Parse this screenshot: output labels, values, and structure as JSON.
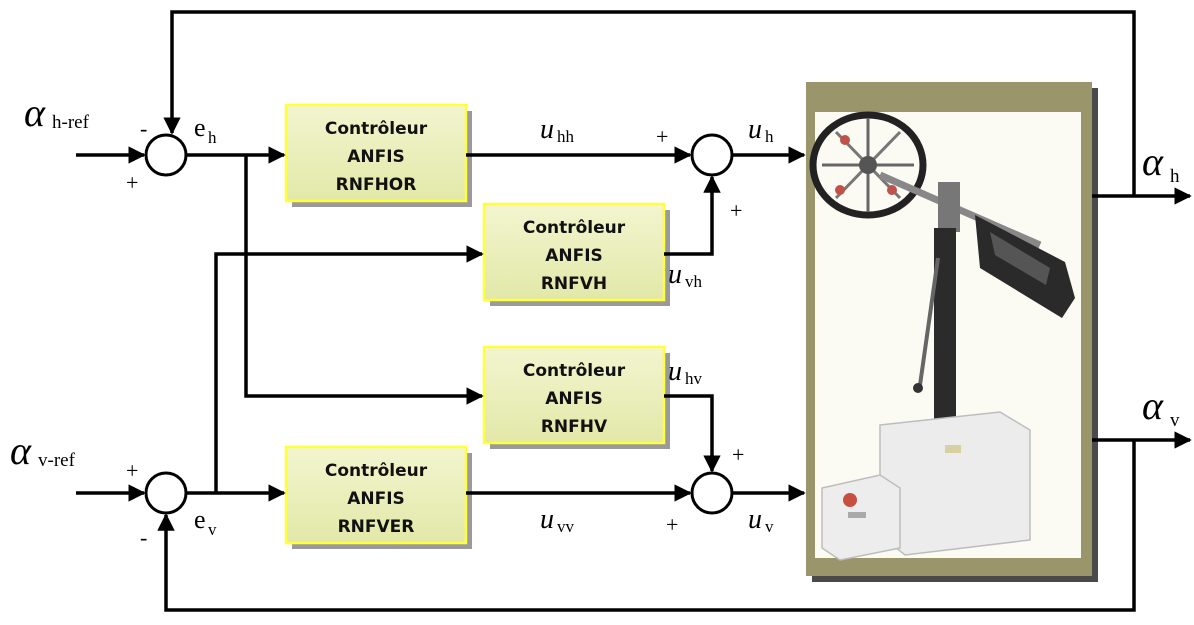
{
  "controllers": [
    {
      "line1": "Contrôleur",
      "line2": "ANFIS",
      "line3": "RNFHOR"
    },
    {
      "line1": "Contrôleur",
      "line2": "ANFIS",
      "line3": "RNFVH"
    },
    {
      "line1": "Contrôleur",
      "line2": "ANFIS",
      "line3": "RNFHV"
    },
    {
      "line1": "Contrôleur",
      "line2": "ANFIS",
      "line3": "RNFVER"
    }
  ],
  "labels": {
    "alpha": "α",
    "u": "u",
    "e": "e",
    "h_ref_sub": "h-ref",
    "v_ref_sub": "v-ref",
    "h_sub": "h",
    "v_sub": "v",
    "hh_sub": "hh",
    "vh_sub": "vh",
    "hv_sub": "hv",
    "vv_sub": "vv"
  },
  "signs": {
    "plus": "+",
    "minus": "-"
  },
  "colors": {
    "box_fill": "#ecf0bc",
    "box_border": "#ffff3a",
    "box_shadow": "#9a9a9a",
    "plant_border": "#99946a",
    "plant_shadow": "#4a4a4a"
  }
}
